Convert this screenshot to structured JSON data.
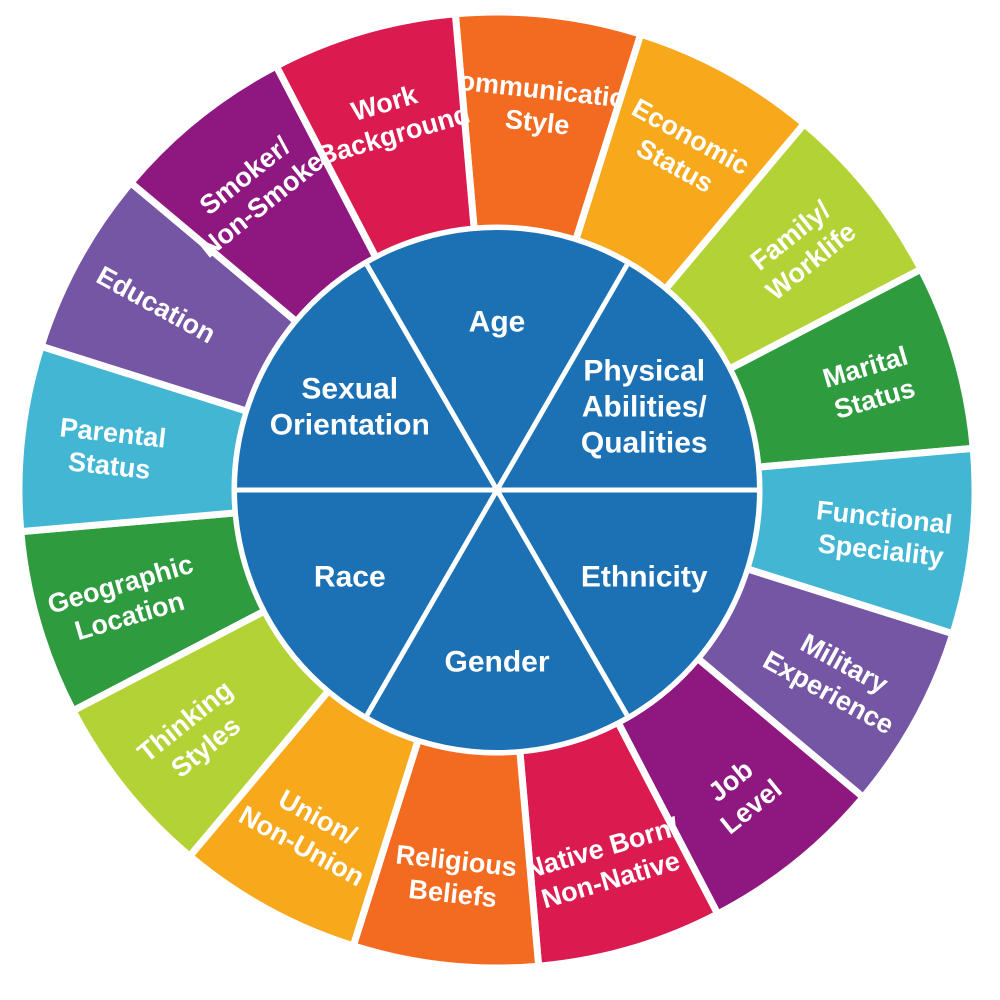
{
  "inner": {
    "color": "#1c71b5",
    "divider_color": "#ffffff",
    "segments": [
      {
        "lines": [
          "Age"
        ]
      },
      {
        "lines": [
          "Physical",
          "Abilities/",
          "Qualities"
        ]
      },
      {
        "lines": [
          "Ethnicity"
        ]
      },
      {
        "lines": [
          "Gender"
        ]
      },
      {
        "lines": [
          "Race"
        ]
      },
      {
        "lines": [
          "Sexual",
          "Orientation"
        ]
      }
    ]
  },
  "outer": {
    "gap_color": "#ffffff",
    "segments": [
      {
        "lines": [
          "Communication",
          "Style"
        ],
        "color": "#f36b21"
      },
      {
        "lines": [
          "Economic",
          "Status"
        ],
        "color": "#f8a81b"
      },
      {
        "lines": [
          "Family/",
          "Worklife"
        ],
        "color": "#b3d235"
      },
      {
        "lines": [
          "Marital",
          "Status"
        ],
        "color": "#2e9b3f"
      },
      {
        "lines": [
          "Functional",
          "Speciality"
        ],
        "color": "#43b6d4"
      },
      {
        "lines": [
          "Military",
          "Experience"
        ],
        "color": "#7556a5"
      },
      {
        "lines": [
          "Job",
          "Level"
        ],
        "color": "#8f1880"
      },
      {
        "lines": [
          "Native Born/",
          "Non-Native"
        ],
        "color": "#db1a4f"
      },
      {
        "lines": [
          "Religious",
          "Beliefs"
        ],
        "color": "#f36b21"
      },
      {
        "lines": [
          "Union/",
          "Non-Union"
        ],
        "color": "#f8a81b"
      },
      {
        "lines": [
          "Thinking",
          "Styles"
        ],
        "color": "#b3d235"
      },
      {
        "lines": [
          "Geographic",
          "Location"
        ],
        "color": "#2e9b3f"
      },
      {
        "lines": [
          "Parental",
          "Status"
        ],
        "color": "#43b6d4"
      },
      {
        "lines": [
          "Education"
        ],
        "color": "#7556a5"
      },
      {
        "lines": [
          "Smoker/",
          "Non-Smoker"
        ],
        "color": "#8f1880"
      },
      {
        "lines": [
          "Work",
          "Background"
        ],
        "color": "#db1a4f"
      }
    ]
  }
}
